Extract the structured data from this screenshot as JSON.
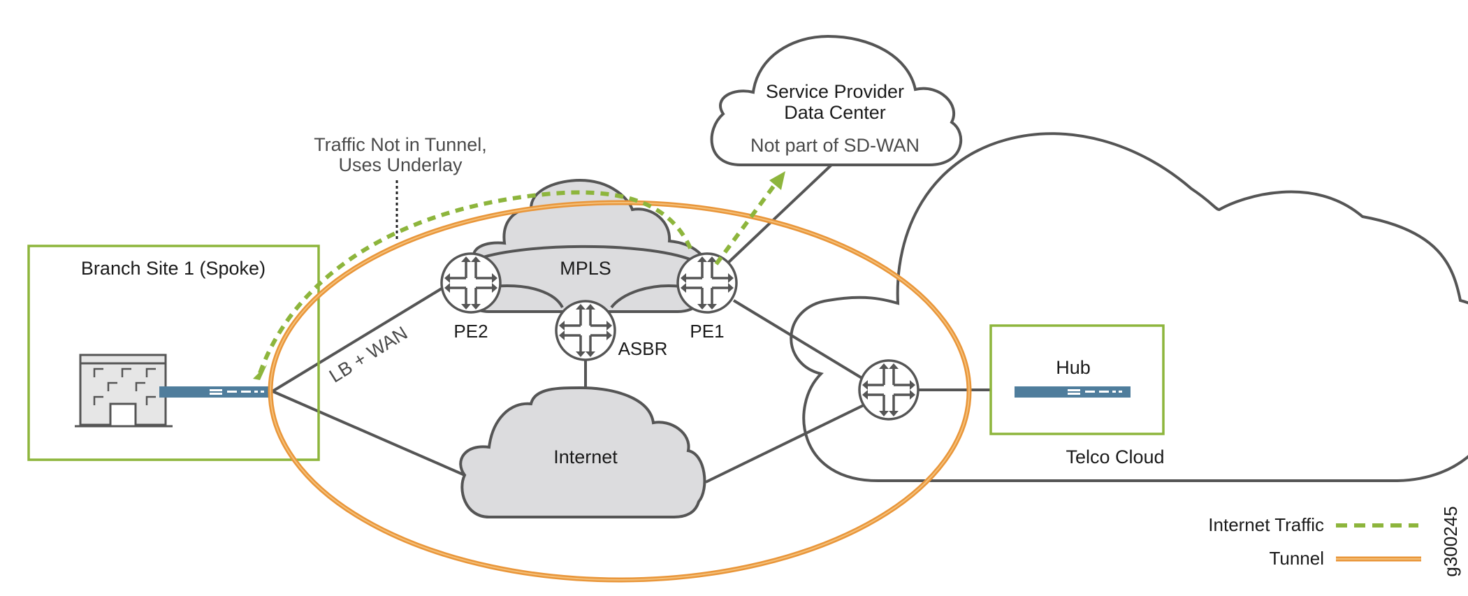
{
  "branch_site": {
    "label": "Branch Site 1 (Spoke)"
  },
  "clouds": {
    "mpls": "MPLS",
    "internet": "Internet",
    "telco": "Telco Cloud",
    "service_provider_title_line1": "Service Provider",
    "service_provider_title_line2": "Data Center",
    "service_provider_note": "Not part of SD-WAN"
  },
  "routers": {
    "pe2": "PE2",
    "pe1": "PE1",
    "asbr": "ASBR"
  },
  "hub": {
    "label": "Hub"
  },
  "link_labels": {
    "lb_wan": "LB + WAN"
  },
  "callout": {
    "line1": "Traffic Not in Tunnel,",
    "line2": "Uses Underlay"
  },
  "legend": {
    "internet_traffic": "Internet Traffic",
    "tunnel": "Tunnel"
  },
  "figure_id": "g300245",
  "colors": {
    "site_box": "#8db53c",
    "internet_traffic": "#8db53c",
    "tunnel": "#e9963a",
    "device": "#4f7d9c",
    "cloud_fill": "#dcdcde",
    "outline": "#555555"
  },
  "icons": [
    "router-icon",
    "building-icon",
    "sd-wan-device-icon"
  ]
}
